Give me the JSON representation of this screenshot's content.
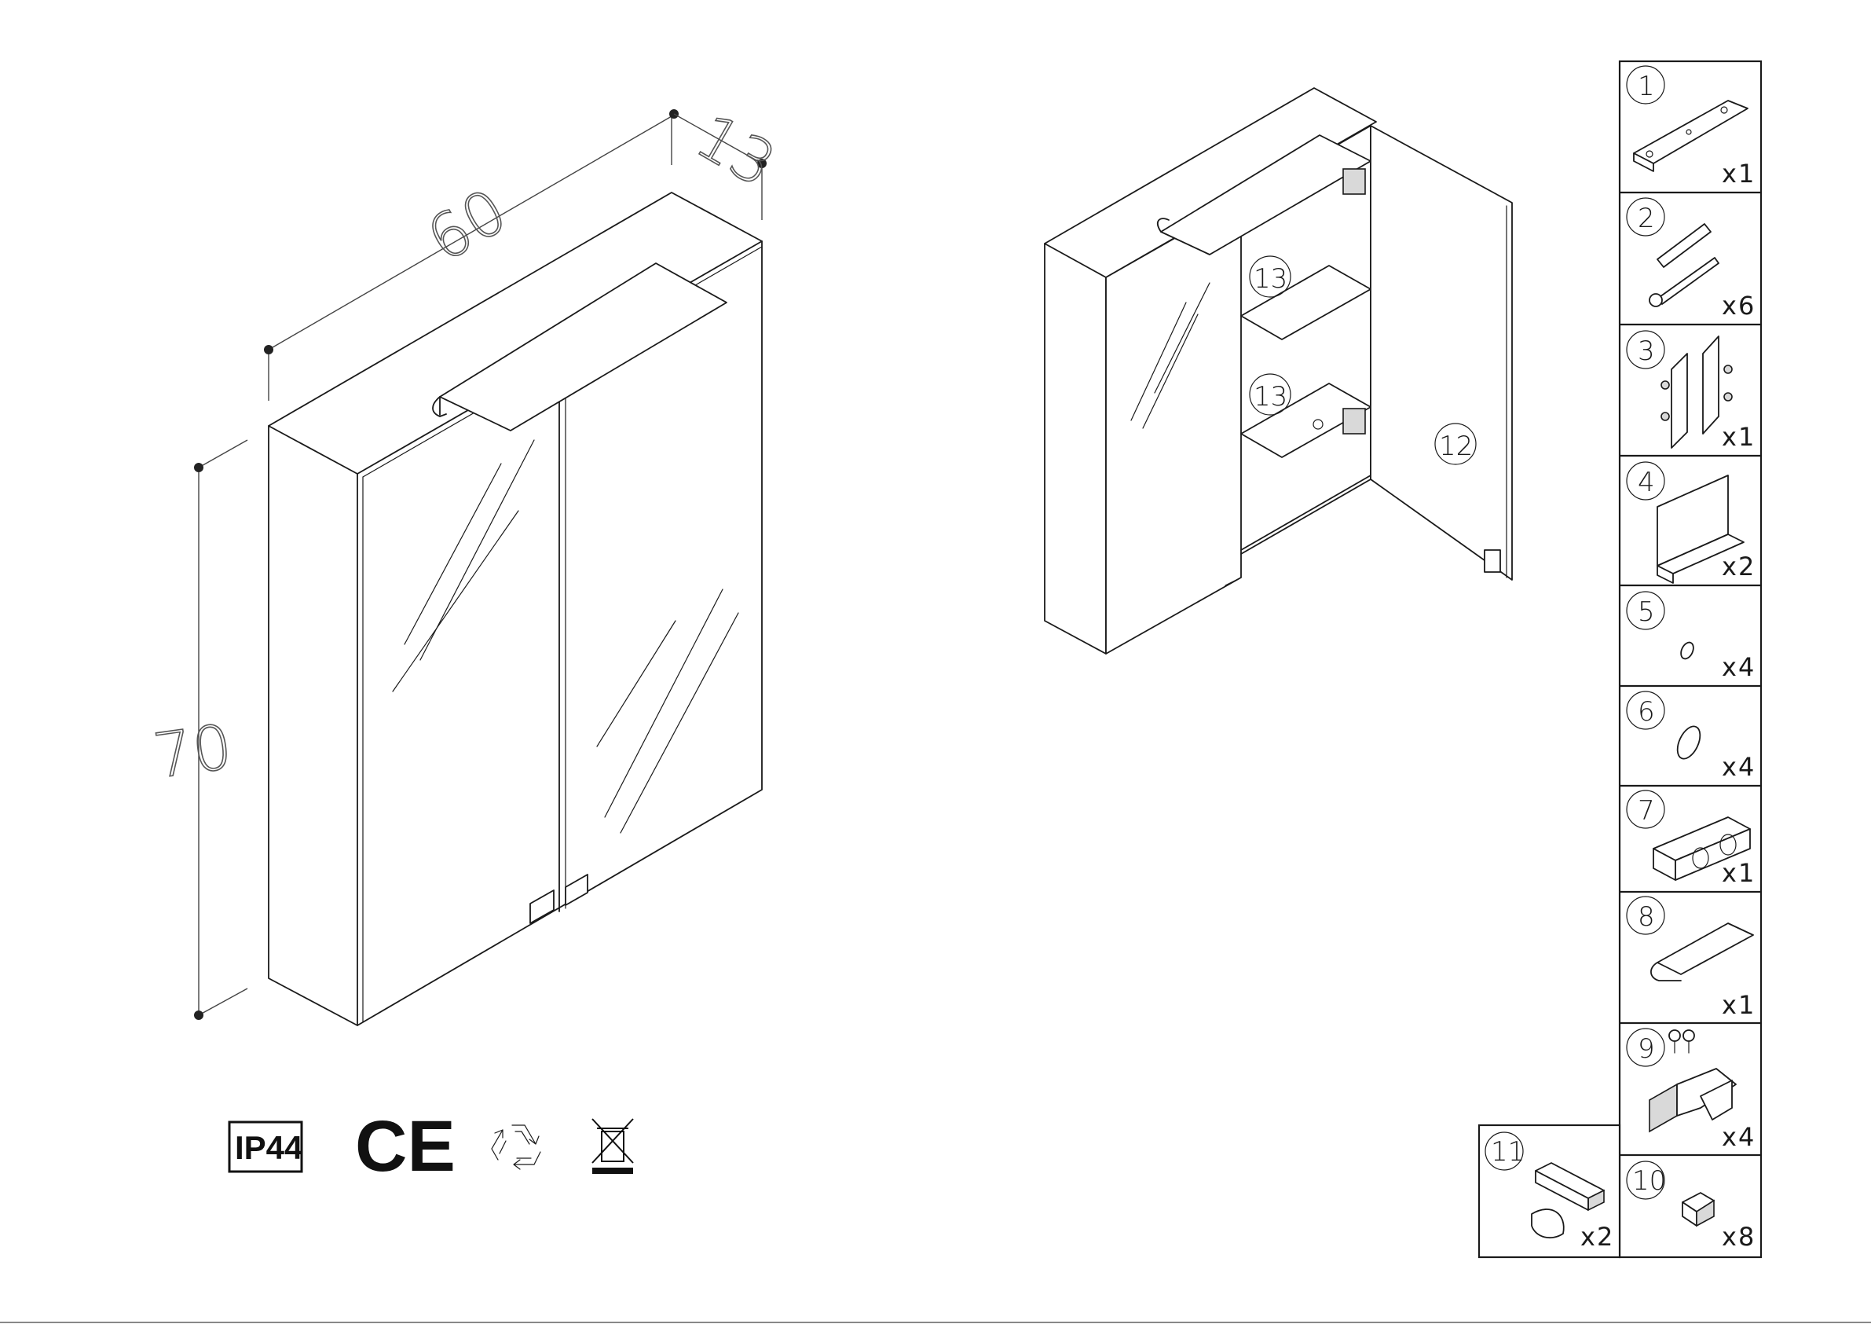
{
  "dimensions": {
    "width": "60",
    "depth": "13",
    "height": "70"
  },
  "door_detail": {
    "shelf_label_a": "13",
    "shelf_label_b": "13",
    "door_label": "12"
  },
  "certifications": {
    "ip": "IP44",
    "ce": "CE"
  },
  "parts": [
    {
      "num": "1",
      "qty": "x1"
    },
    {
      "num": "2",
      "qty": "x6"
    },
    {
      "num": "3",
      "qty": "x1"
    },
    {
      "num": "4",
      "qty": "x2"
    },
    {
      "num": "5",
      "qty": "x4"
    },
    {
      "num": "6",
      "qty": "x4"
    },
    {
      "num": "7",
      "qty": "x1"
    },
    {
      "num": "8",
      "qty": "x1"
    },
    {
      "num": "9",
      "qty": "x4"
    },
    {
      "num": "10",
      "qty": "x8"
    },
    {
      "num": "11",
      "qty": "x2"
    }
  ],
  "icons": [
    "recycle-icon",
    "weee-bin-icon"
  ]
}
